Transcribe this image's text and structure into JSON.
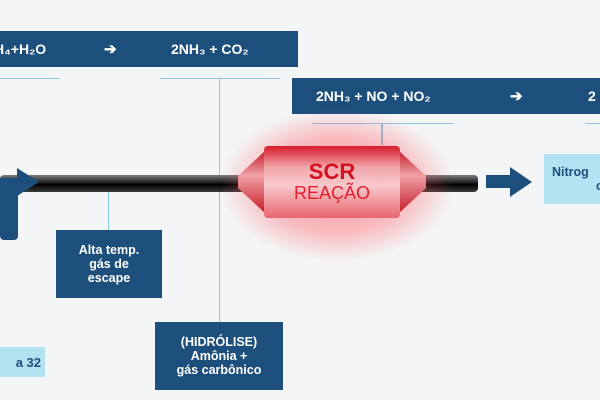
{
  "equation1": {
    "left": "₄+H₂O",
    "left_prefix": "H",
    "arrow": "➔",
    "right": "2NH₃ + CO₂"
  },
  "equation2": {
    "left": "2NH₃ + NO + NO₂",
    "arrow": "➔",
    "right_fragment": "2"
  },
  "reactor": {
    "title": "SCR",
    "subtitle": "REAÇÃO"
  },
  "labels": {
    "exhaust": [
      "Alta temp.",
      "gás de",
      "escape"
    ],
    "hydrolysis": [
      "(HIDRÓLISE)",
      "Amônia +",
      "gás carbônico"
    ],
    "fluid": "a 32",
    "output": [
      "Nitrog",
      "c"
    ]
  },
  "colors": {
    "navy": "#1d4f7c",
    "light_blue": "#b3e2f2",
    "connector": "#8fc6df",
    "scr_red": "#d4111f"
  }
}
